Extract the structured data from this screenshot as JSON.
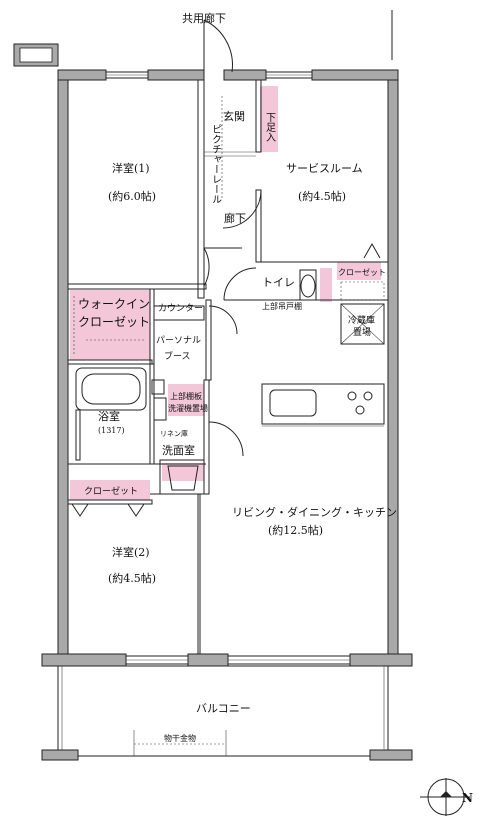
{
  "corridor": "共用廊下",
  "rooms": {
    "western1": {
      "name": "洋室(1)",
      "size": "(約6.0帖)"
    },
    "western2": {
      "name": "洋室(2)",
      "size": "(約4.5帖)"
    },
    "service": {
      "name": "サービスルーム",
      "size": "(約4.5帖)"
    },
    "ldk": {
      "name": "リビング・ダイニング・キッチン",
      "size": "(約12.5帖)"
    },
    "bath": {
      "name": "浴室",
      "size": "(1317)"
    },
    "washroom": "洗面室",
    "toilet": "トイレ",
    "entrance": "玄関",
    "hallway": "廊下",
    "balcony": "バルコニー"
  },
  "labels": {
    "shoe_box": "下足入",
    "picture_rail": "ピクチャーレール",
    "walkin_1": "ウォークイン",
    "walkin_2": "クローゼット",
    "counter": "カウンター",
    "personal_1": "パーソナル",
    "personal_2": "ブース",
    "upper_shelf_1": "上部棚板",
    "upper_shelf_2": "洗濯機置場",
    "linen": "リネン庫",
    "closet_bottom": "クローゼット",
    "closet_service": "クローゼット",
    "upper_cabinet": "上部吊戸棚",
    "fridge_1": "冷蔵庫",
    "fridge_2": "置場",
    "laundry_pole": "物干金物"
  },
  "compass": "N"
}
